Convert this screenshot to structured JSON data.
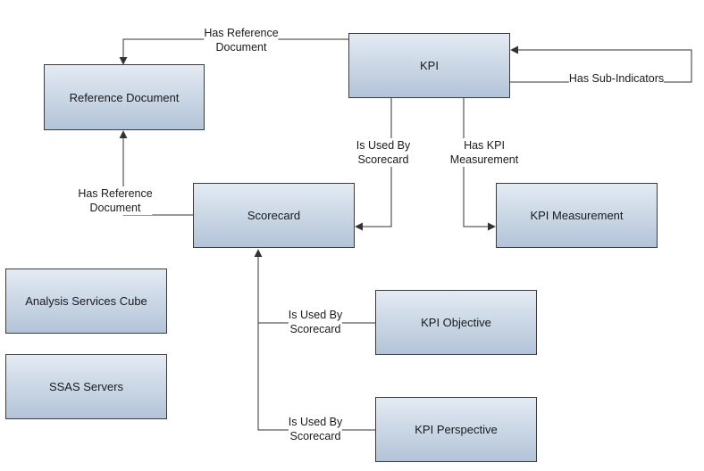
{
  "nodes": {
    "kpi": "KPI",
    "reference_document": "Reference Document",
    "scorecard": "Scorecard",
    "kpi_measurement": "KPI Measurement",
    "analysis_services_cube": "Analysis Services Cube",
    "ssas_servers": "SSAS Servers",
    "kpi_objective": "KPI Objective",
    "kpi_perspective": "KPI Perspective"
  },
  "edges": {
    "kpi_has_reference_document": [
      "Has Reference",
      "Document"
    ],
    "kpi_has_sub_indicators": [
      "Has Sub-Indicators"
    ],
    "kpi_used_by_scorecard": [
      "Is Used By",
      "Scorecard"
    ],
    "kpi_has_measurement": [
      "Has KPI",
      "Measurement"
    ],
    "scorecard_has_reference_document": [
      "Has Reference",
      "Document"
    ],
    "objective_used_by_scorecard": [
      "Is Used By",
      "Scorecard"
    ],
    "perspective_used_by_scorecard": [
      "Is Used By",
      "Scorecard"
    ]
  },
  "colors": {
    "box_top": "#e4ebf3",
    "box_bottom": "#b3c4d8",
    "border": "#3c3c3c",
    "line": "#333333"
  }
}
